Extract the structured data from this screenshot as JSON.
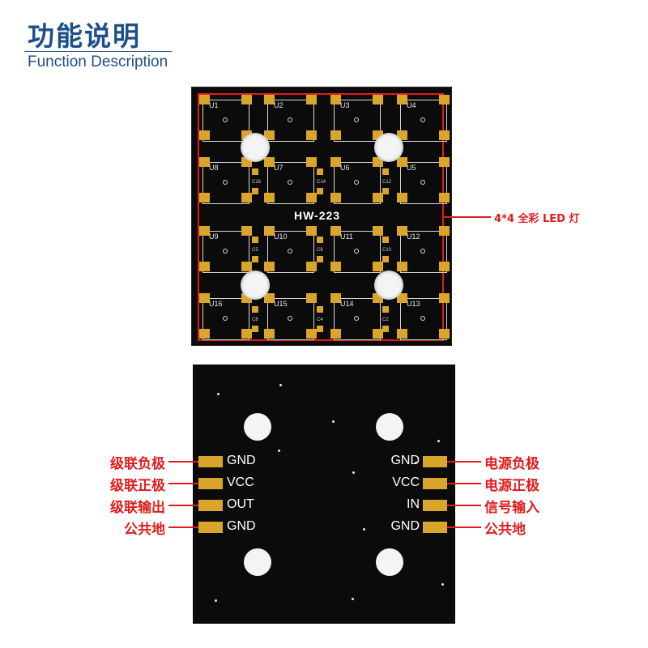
{
  "header": {
    "title_cn": "功能说明",
    "title_en": "Function Description"
  },
  "front_board": {
    "label": "HW-223",
    "leds": [
      "U1",
      "U2",
      "U3",
      "U4",
      "U8",
      "U7",
      "U6",
      "U5",
      "U9",
      "U10",
      "U11",
      "U12",
      "U16",
      "U15",
      "U14",
      "U13"
    ],
    "caps": [
      "C16",
      "C14",
      "C12",
      "C5",
      "C6",
      "C10",
      "C8",
      "C4",
      "C2"
    ],
    "callout": "4*4 全彩 LED 灯"
  },
  "back_board": {
    "left_pins": [
      {
        "pin": "GND",
        "desc": "级联负极"
      },
      {
        "pin": "VCC",
        "desc": "级联正极"
      },
      {
        "pin": "OUT",
        "desc": "级联输出"
      },
      {
        "pin": "GND",
        "desc": "公共地"
      }
    ],
    "right_pins": [
      {
        "pin": "GND",
        "desc": "电源负极"
      },
      {
        "pin": "VCC",
        "desc": "电源正极"
      },
      {
        "pin": "IN",
        "desc": "信号输入"
      },
      {
        "pin": "GND",
        "desc": "公共地"
      }
    ]
  },
  "colors": {
    "title": "#1f4f8a",
    "callout": "#e11c1c",
    "pad": "#d9a52b",
    "board": "#0b0b0b"
  }
}
